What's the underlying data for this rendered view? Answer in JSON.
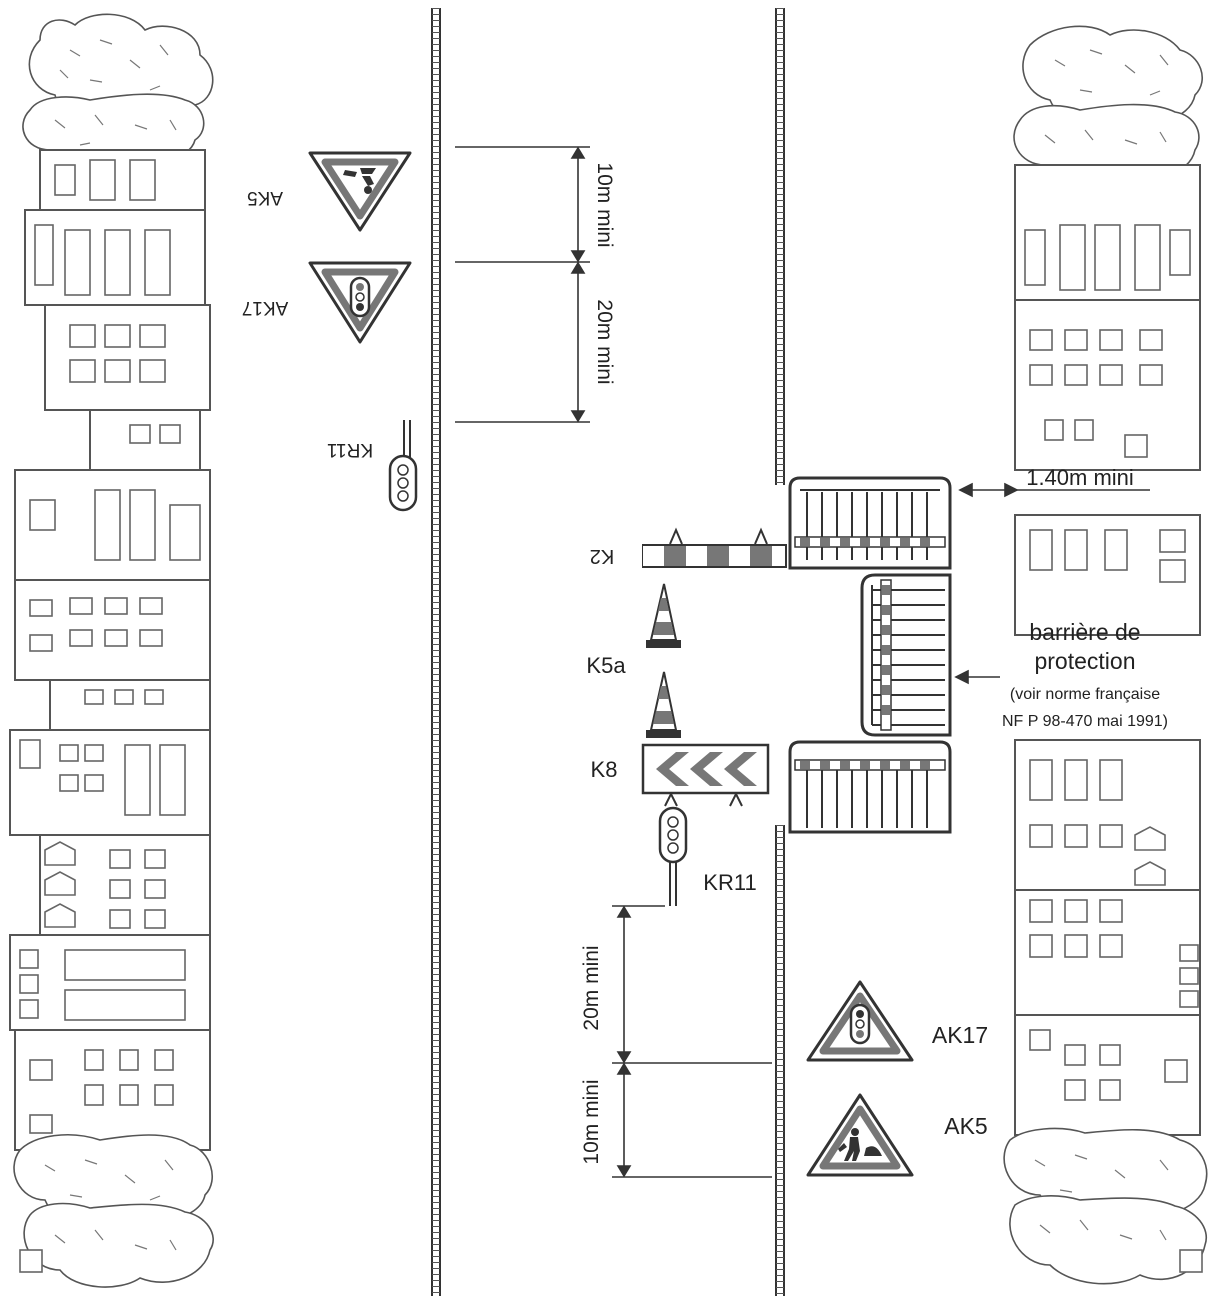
{
  "labels": {
    "ak5_top": "AK5",
    "ak17_top": "AK17",
    "kr11_top": "KR11",
    "dim_10m_top": "10m mini",
    "dim_20m_top": "20m mini",
    "sidewalk": "1.40m mini",
    "k2": "K2",
    "k5a": "K5a",
    "k8": "K8",
    "kr11_bottom": "KR11",
    "barrier_line1": "barrière de",
    "barrier_line2": "protection",
    "norm_line1": "(voir norme française",
    "norm_line2": "NF P 98-470 mai 1991)",
    "dim_20m_bottom": "20m mini",
    "dim_10m_bottom": "10m mini",
    "ak17_bottom": "AK17",
    "ak5_bottom": "AK5"
  },
  "colors": {
    "ink": "#222222",
    "grey_fill": "#777777",
    "sign_red": "#7a7a7a",
    "line": "#333333"
  }
}
